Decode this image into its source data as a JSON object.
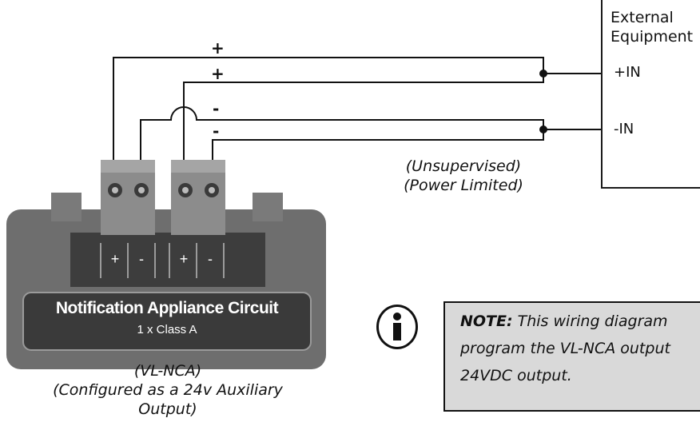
{
  "external_equipment": {
    "title_line1": "External",
    "title_line2": "Equipment",
    "pin_positive": "+IN",
    "pin_negative": "-IN"
  },
  "wire_signs": {
    "top_plus": "+",
    "second_plus": "+",
    "top_minus": "-",
    "second_minus": "-"
  },
  "cable_note": {
    "line1": "(Unsupervised)",
    "line2": "(Power Limited)"
  },
  "module": {
    "terminal_signs": [
      "+",
      "-",
      "+",
      "-"
    ],
    "title": "Notification Appliance Circuit",
    "subtitle": "1 x Class A"
  },
  "module_caption": {
    "line1": "(VL-NCA)",
    "line2": "(Configured as a 24v Auxiliary",
    "line3": "Output)"
  },
  "note": {
    "label": "NOTE:",
    "line1_rest": " This wiring diagram",
    "line2": "program the VL-NCA output",
    "line3": "24VDC output."
  }
}
